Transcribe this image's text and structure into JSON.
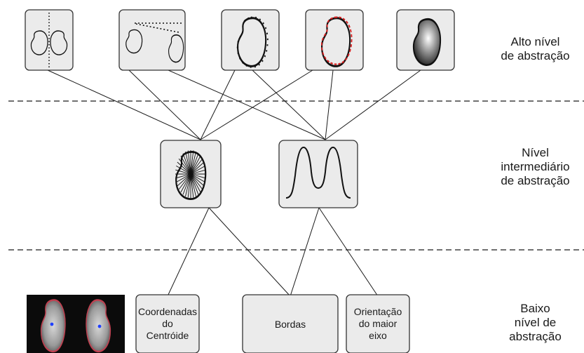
{
  "levels": {
    "high": "Alto nível\nde abstração",
    "intermediate": "Nível\nintermediário\nde abstração",
    "low": "Baixo\nnível de\nabstração"
  },
  "low_features": {
    "centroid": "Coordenadas\ndo\nCentróide",
    "edges": "Bordas",
    "orientation": "Orientação\ndo maior\neixo"
  },
  "icons": {
    "high_1": "symmetry-axis-icon",
    "high_2": "tapering-icon",
    "high_3": "contour-smoothness-icon",
    "high_4": "shape-deviation-icon",
    "high_5": "gray-shading-icon",
    "mid_1": "radial-distance-icon",
    "mid_2": "bimodal-profile-icon",
    "input": "cell-image-thumbnail"
  },
  "colors": {
    "box_fill": "#ebebeb",
    "deviation": "#d62020",
    "thumbnail_bg": "#0b0b0b"
  }
}
